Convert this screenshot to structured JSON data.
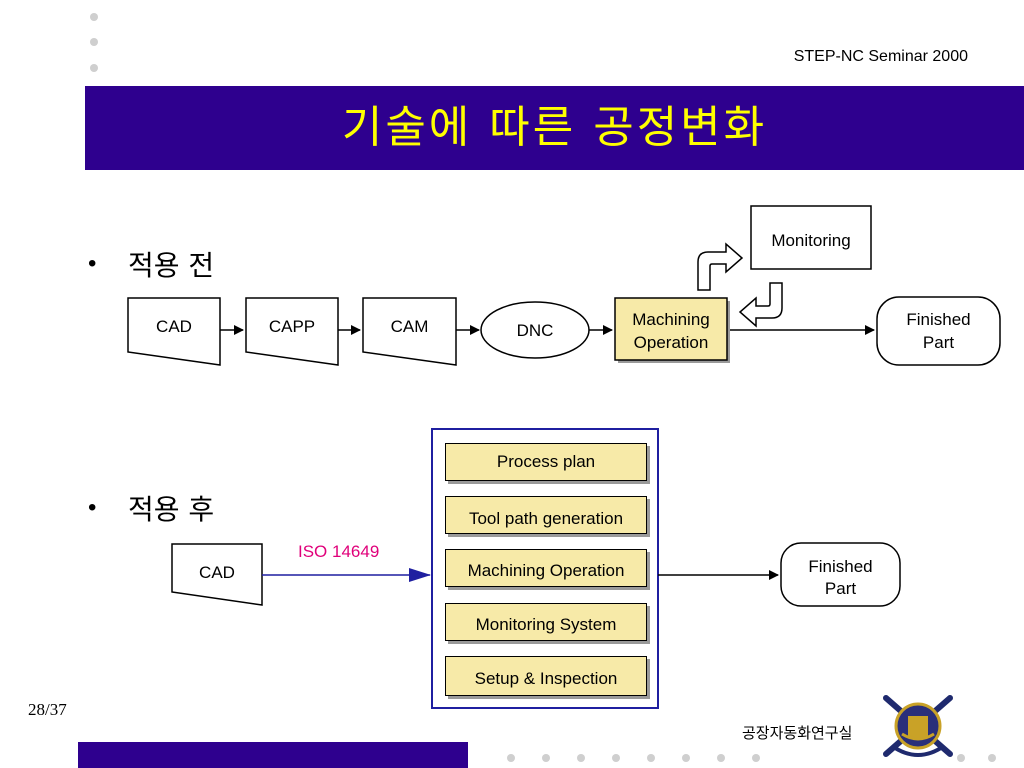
{
  "header": {
    "seminar": "STEP-NC Seminar 2000"
  },
  "title": "기술에 따른 공정변화",
  "before": {
    "bullet": "적용 전",
    "nodes": {
      "cad": "CAD",
      "capp": "CAPP",
      "cam": "CAM",
      "dnc": "DNC",
      "machining_line1": "Machining",
      "machining_line2": "Operation",
      "monitoring": "Monitoring",
      "finished_line1": "Finished",
      "finished_line2": "Part"
    }
  },
  "after": {
    "bullet": "적용 후",
    "cad": "CAD",
    "link_label": "ISO 14649",
    "process_items": [
      "Process plan",
      "Tool path generation",
      "Machining Operation",
      "Monitoring System",
      "Setup & Inspection"
    ],
    "finished_line1": "Finished",
    "finished_line2": "Part"
  },
  "footer": {
    "page": "28/37",
    "lab": "공장자동화연구실"
  },
  "colors": {
    "title_band": "#2e008e",
    "title_text": "#ffff00",
    "box_fill": "#f7eaa8",
    "iso_label": "#e0007a",
    "iso_line": "#1f1fa0",
    "container_border": "#1f1fa0"
  }
}
